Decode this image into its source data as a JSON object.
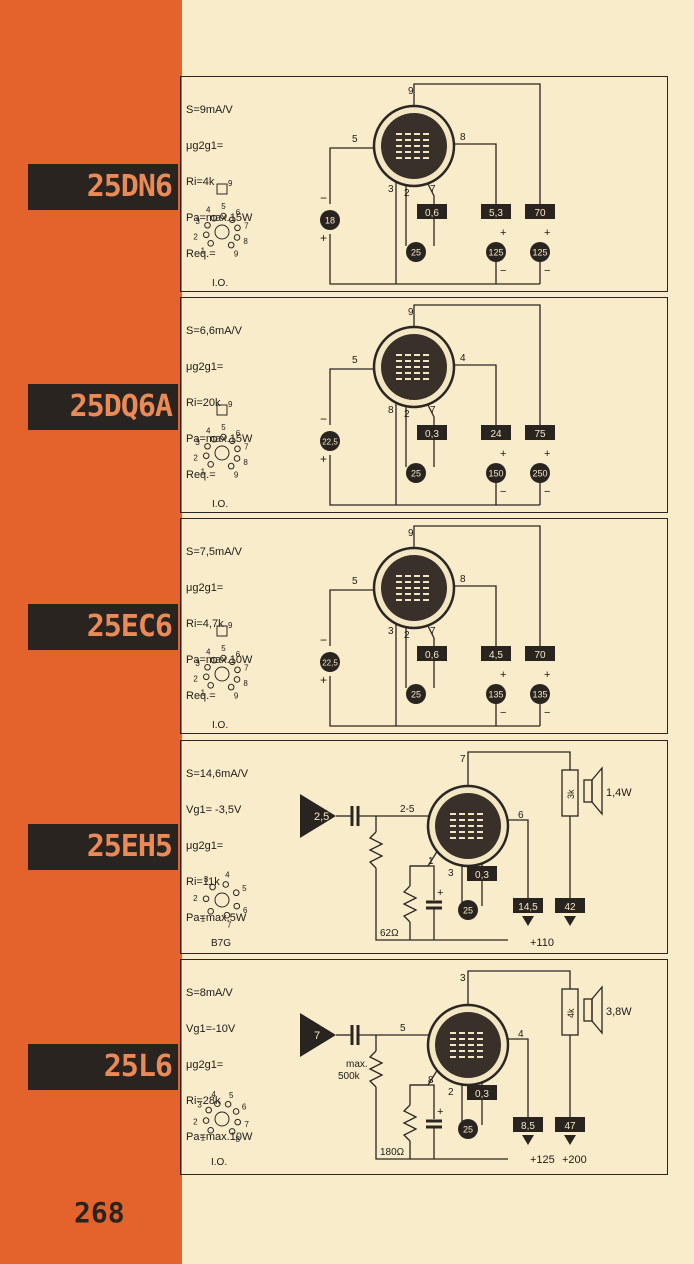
{
  "page_number": "268",
  "tubes": [
    {
      "name": "25DN6",
      "specs": [
        "S=9mA/V",
        "μg2g1=",
        "Ri=4k",
        "Pa=max.15W",
        "Req.="
      ],
      "base_label": "I.O.",
      "base_pins": [
        "1",
        "2",
        "3",
        "4",
        "5",
        "6",
        "7",
        "8",
        "9"
      ],
      "pins": {
        "top": "9",
        "left": "5",
        "right": "8",
        "a": "3",
        "b": "2",
        "c": "7"
      },
      "values": {
        "grid": "18",
        "boxes": [
          "0,6",
          "5,3",
          "70"
        ],
        "circles": [
          "25",
          "125",
          "125"
        ]
      }
    },
    {
      "name": "25DQ6A",
      "specs": [
        "S=6,6mA/V",
        "μg2g1=",
        "Ri=20k",
        "Pa=max.15W",
        "Req.="
      ],
      "base_label": "I.O.",
      "base_pins": [
        "1",
        "2",
        "3",
        "4",
        "5",
        "6",
        "7",
        "8",
        "9"
      ],
      "pins": {
        "top": "9",
        "left": "5",
        "right": "4",
        "a": "8",
        "b": "2",
        "c": "7"
      },
      "values": {
        "grid": "22,5",
        "boxes": [
          "0,3",
          "24",
          "75"
        ],
        "circles": [
          "25",
          "150",
          "250"
        ]
      }
    },
    {
      "name": "25EC6",
      "specs": [
        "S=7,5mA/V",
        "μg2g1=",
        "Ri=4,7k",
        "Pa=max.10W",
        "Req.="
      ],
      "base_label": "I.O.",
      "base_pins": [
        "1",
        "2",
        "3",
        "4",
        "5",
        "6",
        "7",
        "8",
        "9"
      ],
      "pins": {
        "top": "9",
        "left": "5",
        "right": "8",
        "a": "3",
        "b": "2",
        "c": "7"
      },
      "values": {
        "grid": "22,5",
        "boxes": [
          "0,6",
          "4,5",
          "70"
        ],
        "circles": [
          "25",
          "135",
          "135"
        ]
      }
    },
    {
      "name": "25EH5",
      "specs": [
        "S=14,6mA/V",
        "Vg1= -3,5V",
        "μg2g1=",
        "Ri=11k",
        "Pa=max.5W"
      ],
      "base_label": "B7G",
      "base_pins": [
        "1",
        "2",
        "3",
        "4",
        "5",
        "6",
        "7"
      ],
      "pins": {
        "top": "7",
        "input": "2-5",
        "right": "6",
        "a": "1",
        "b": "3",
        "c": "4"
      },
      "values": {
        "input": "2,5",
        "heater_box": "0,3",
        "heater": "25",
        "resistor": "62Ω",
        "boxes": [
          "14,5",
          "42"
        ],
        "supply": "+110",
        "transformer": "3k",
        "power": "1,4W"
      }
    },
    {
      "name": "25L6",
      "specs": [
        "S=8mA/V",
        "Vg1=-10V",
        "μg2g1=",
        "Ri=28k",
        "Pa=max.10W"
      ],
      "base_label": "I.O.",
      "base_pins": [
        "1",
        "2",
        "3",
        "4",
        "5",
        "6",
        "7",
        "8"
      ],
      "pins": {
        "top": "3",
        "input": "5",
        "right": "4",
        "a": "8",
        "b": "2",
        "c": "7"
      },
      "values": {
        "input": "7",
        "grid_res": [
          "max.",
          "500k"
        ],
        "heater_box": "0,3",
        "heater": "25",
        "resistor": "180Ω",
        "boxes": [
          "8,5",
          "47"
        ],
        "supply": [
          "+125",
          "+200"
        ],
        "transformer": "4k",
        "power": "3,8W"
      }
    }
  ],
  "colors": {
    "sidebar": "#e4622c",
    "paper": "#f8eccb",
    "ink": "#2b2622",
    "label_text": "#e98a57"
  }
}
